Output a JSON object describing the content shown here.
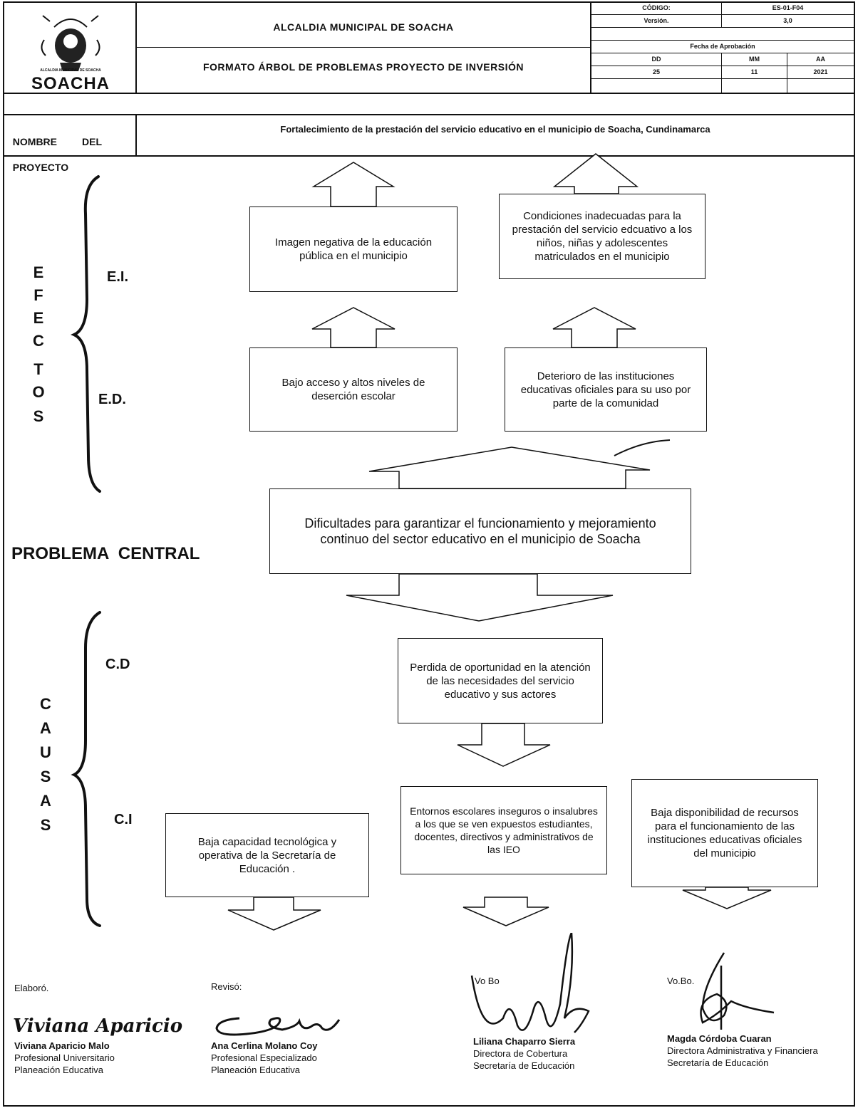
{
  "header": {
    "logo_text": "SOACHA",
    "logo_subtext": "ALCALDIA MUNICIPAL DE SOACHA",
    "entity": "ALCALDIA MUNICIPAL DE SOACHA",
    "form_title": "FORMATO ÁRBOL DE PROBLEMAS PROYECTO DE INVERSIÓN",
    "codigo_label": "CÓDIGO:",
    "codigo_value": "ES-01-F04",
    "version_label": "Versión.",
    "version_value": "3,0",
    "fecha_label": "Fecha de Aprobación",
    "dd_label": "DD",
    "mm_label": "MM",
    "aa_label": "AA",
    "dd_value": "25",
    "mm_value": "11",
    "aa_value": "2021"
  },
  "project": {
    "label_line1": "NOMBRE         DEL",
    "label_line2": "PROYECTO",
    "name": "Fortalecimiento de la prestación del servicio educativo en el municipio de Soacha, Cundinamarca"
  },
  "effects": {
    "vertical_letters": [
      "E",
      "F",
      "E",
      "C",
      "T",
      "O",
      "S"
    ],
    "indirect_label": "E.I.",
    "direct_label": "E.D.",
    "indirect": [
      "Imagen negativa de la educación pública en el municipio",
      "Condiciones inadecuadas para la prestación del servicio edcuativo a los niños, niñas y adolescentes matriculados en el municipio"
    ],
    "direct": [
      "Bajo acceso y altos niveles de deserción escolar",
      "Deterioro de las instituciones educativas oficiales para su uso por parte de la comunidad"
    ]
  },
  "central": {
    "label": "PROBLEMA  CENTRAL",
    "text": "Dificultades para garantizar el funcionamiento y mejoramiento continuo del sector educativo en el municipio de Soacha"
  },
  "causes": {
    "vertical_letters": [
      "C",
      "A",
      "U",
      "S",
      "A",
      "S"
    ],
    "direct_label": "C.D",
    "indirect_label": "C.I",
    "direct": "Perdida de oportunidad en la atención de las necesidades del servicio educativo y sus actores",
    "indirect": [
      "Baja capacidad tecnológica y operativa de la Secretaría de Educación .",
      "Entornos escolares inseguros o insalubres a los que se ven expuestos estudiantes, docentes, directivos y administrativos de las IEO",
      "Baja disponibilidad de recursos para el funcionamiento de las instituciones educativas oficiales del municipio"
    ]
  },
  "signatures": [
    {
      "lead": "Elaboró.",
      "name": "Viviana Aparicio Malo",
      "role1": "Profesional Universitario",
      "role2": "Planeación Educativa",
      "handwriting": "Viviana Aparicio"
    },
    {
      "lead": "Revisó:",
      "name": "Ana Cerlina Molano Coy",
      "role1": "Profesional Especializado",
      "role2": "Planeación Educativa"
    },
    {
      "lead": "Vo Bo",
      "name": "Liliana Chaparro Sierra",
      "role1": "Directora de Cobertura",
      "role2": "Secretaría de Educación"
    },
    {
      "lead": "Vo.Bo.",
      "name": "Magda Córdoba Cuaran",
      "role1": "Directora Administrativa y Financiera",
      "role2": "Secretaría de Educación"
    }
  ]
}
